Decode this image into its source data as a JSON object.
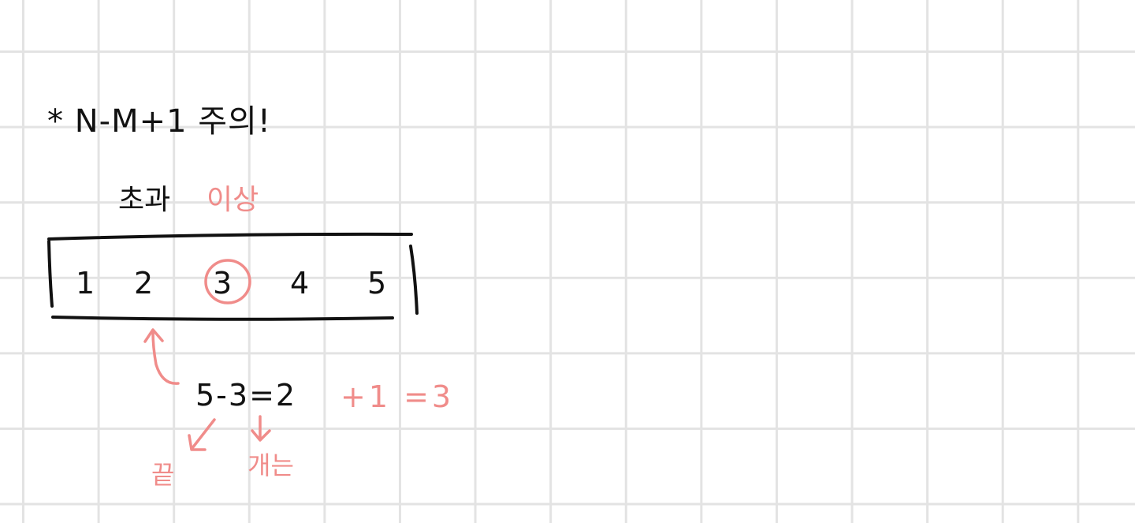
{
  "note": {
    "title": "* N-M+1 주의!",
    "label_black": "초과",
    "label_pink": "이상",
    "array": [
      "1",
      "2",
      "3",
      "4",
      "5"
    ],
    "highlighted_index": 2,
    "equation_black": "5-3=2",
    "equation_pink": "+1 =3",
    "word_end": "끝",
    "word_start": "개는"
  },
  "colors": {
    "ink": "#111111",
    "accent": "#f08c8a",
    "grid": "#e3e3e3",
    "background": "#ffffff"
  }
}
